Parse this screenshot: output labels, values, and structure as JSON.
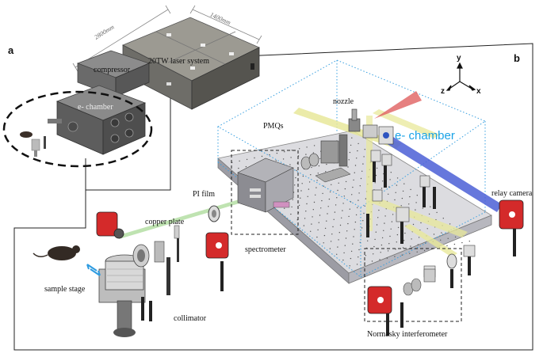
{
  "panels": {
    "a": "a",
    "b": "b"
  },
  "dimensions": {
    "width": "2800mm",
    "depth": "1400mm"
  },
  "labels": {
    "compressor": "compressor",
    "laser": "20TW laser system",
    "echamber_small": "e- chamber",
    "echamber_big": "e- chamber",
    "nozzle": "nozzle",
    "pmqs": "PMQs",
    "pi_film": "PI film",
    "copper_plate": "copper plate",
    "spectrometer": "spectrometer",
    "sample_stage": "sample stage",
    "collimator": "collimator",
    "relay_camera": "relay camera",
    "interferometer": "Normasky interferometer"
  },
  "axes": {
    "x": "x",
    "y": "y",
    "z": "z"
  },
  "colors": {
    "laser_beam": "#e8e89a",
    "electron_beam": "#4b5fd6",
    "red_laser": "#e06060",
    "camera_red": "#d42a2a",
    "chamber_text": "#1aa3e6",
    "table_grey": "#cfcfd2",
    "dotted_outline": "#3aa0e0"
  }
}
